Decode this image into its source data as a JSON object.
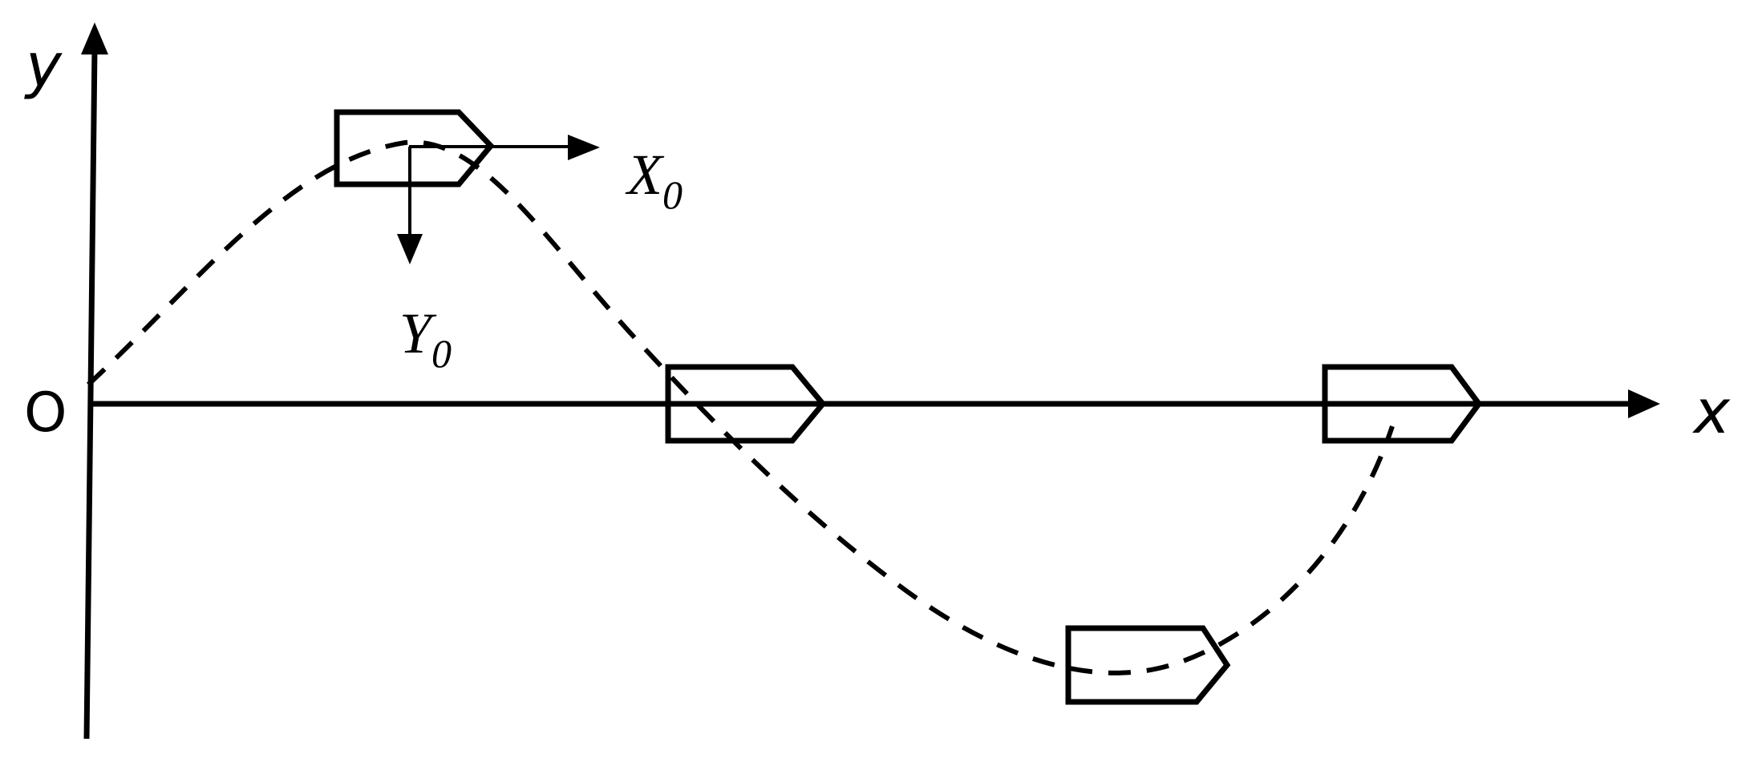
{
  "diagram": {
    "axes": {
      "x_label": "x",
      "y_label": "y",
      "origin_label": "O"
    },
    "body_frame": {
      "x_label": "X",
      "x_subscript": "0",
      "y_label": "Y",
      "y_subscript": "0"
    },
    "colors": {
      "ink": "#000000",
      "background": "#ffffff"
    }
  }
}
